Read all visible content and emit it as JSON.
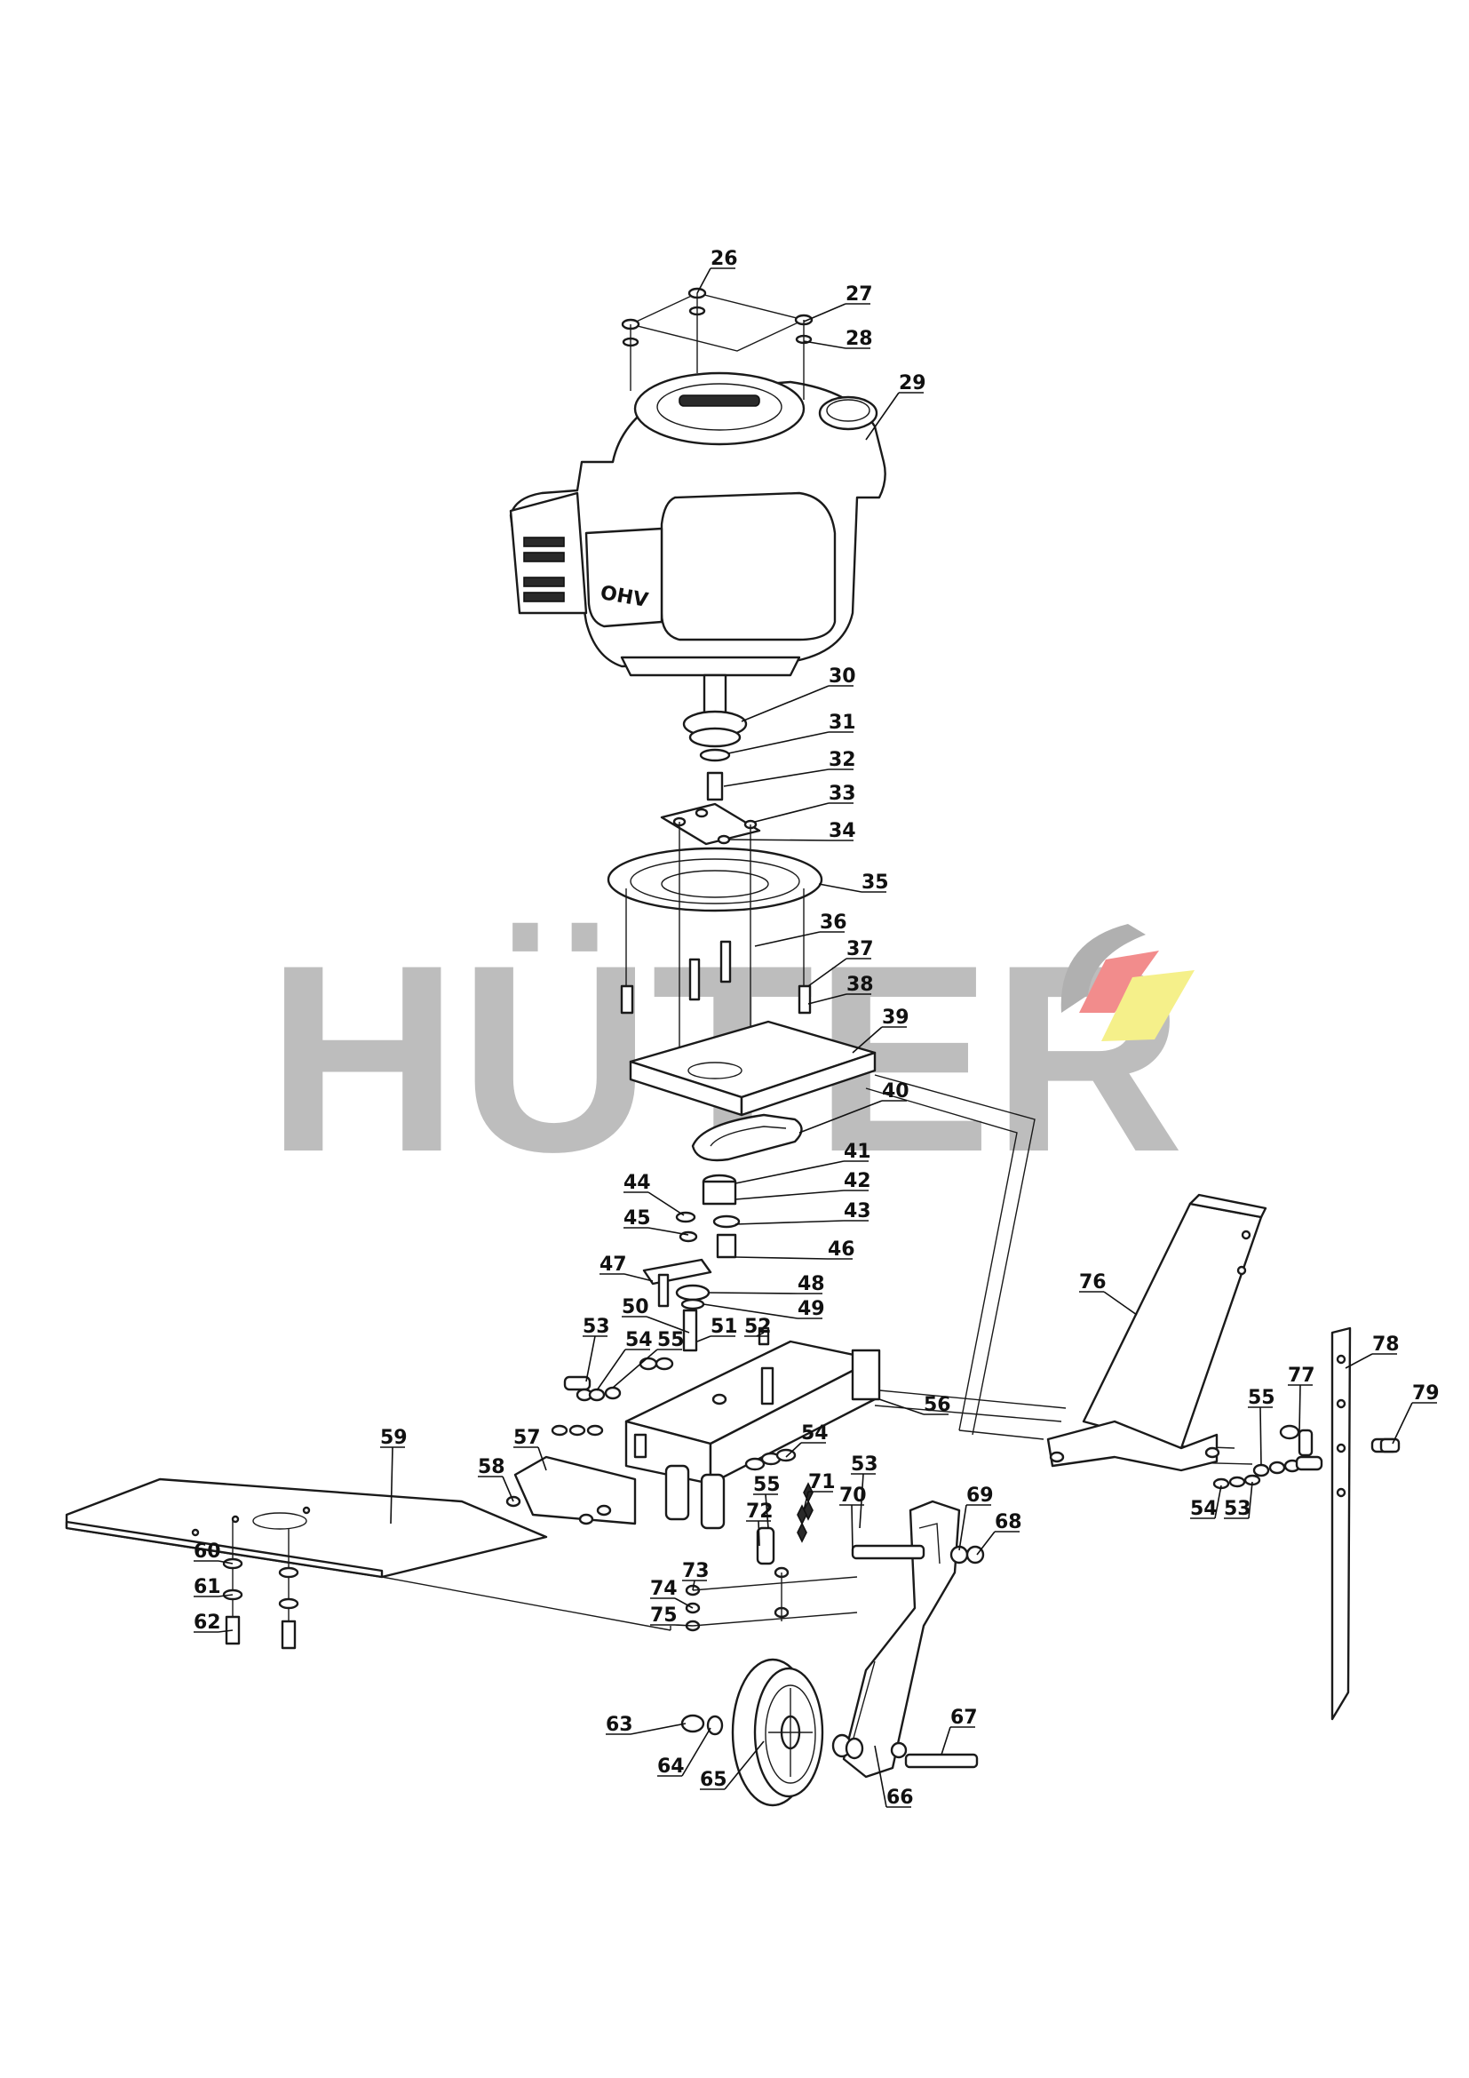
{
  "watermark": {
    "brand": "HÜTER",
    "colors": {
      "text": "#bdbdbd",
      "swoosh_gray": "#b0b0b0",
      "swoosh_red": "#f28c8c",
      "swoosh_yellow": "#f5f08a"
    }
  },
  "engine_marking": "OHV",
  "callouts": [
    {
      "num": "26"
    },
    {
      "num": "27"
    },
    {
      "num": "28"
    },
    {
      "num": "29"
    },
    {
      "num": "30"
    },
    {
      "num": "31"
    },
    {
      "num": "32"
    },
    {
      "num": "33"
    },
    {
      "num": "34"
    },
    {
      "num": "35"
    },
    {
      "num": "36"
    },
    {
      "num": "37"
    },
    {
      "num": "38"
    },
    {
      "num": "39"
    },
    {
      "num": "40"
    },
    {
      "num": "41"
    },
    {
      "num": "42"
    },
    {
      "num": "43"
    },
    {
      "num": "44"
    },
    {
      "num": "45"
    },
    {
      "num": "46"
    },
    {
      "num": "47"
    },
    {
      "num": "48"
    },
    {
      "num": "49"
    },
    {
      "num": "50"
    },
    {
      "num": "51"
    },
    {
      "num": "52"
    },
    {
      "num": "53"
    },
    {
      "num": "54"
    },
    {
      "num": "55"
    },
    {
      "num": "56"
    },
    {
      "num": "57"
    },
    {
      "num": "58"
    },
    {
      "num": "59"
    },
    {
      "num": "60"
    },
    {
      "num": "61"
    },
    {
      "num": "62"
    },
    {
      "num": "53"
    },
    {
      "num": "54"
    },
    {
      "num": "55"
    },
    {
      "num": "53"
    },
    {
      "num": "54"
    },
    {
      "num": "55"
    },
    {
      "num": "63"
    },
    {
      "num": "64"
    },
    {
      "num": "65"
    },
    {
      "num": "66"
    },
    {
      "num": "67"
    },
    {
      "num": "68"
    },
    {
      "num": "69"
    },
    {
      "num": "70"
    },
    {
      "num": "71"
    },
    {
      "num": "72"
    },
    {
      "num": "73"
    },
    {
      "num": "74"
    },
    {
      "num": "75"
    },
    {
      "num": "76"
    },
    {
      "num": "77"
    },
    {
      "num": "78"
    },
    {
      "num": "79"
    }
  ]
}
